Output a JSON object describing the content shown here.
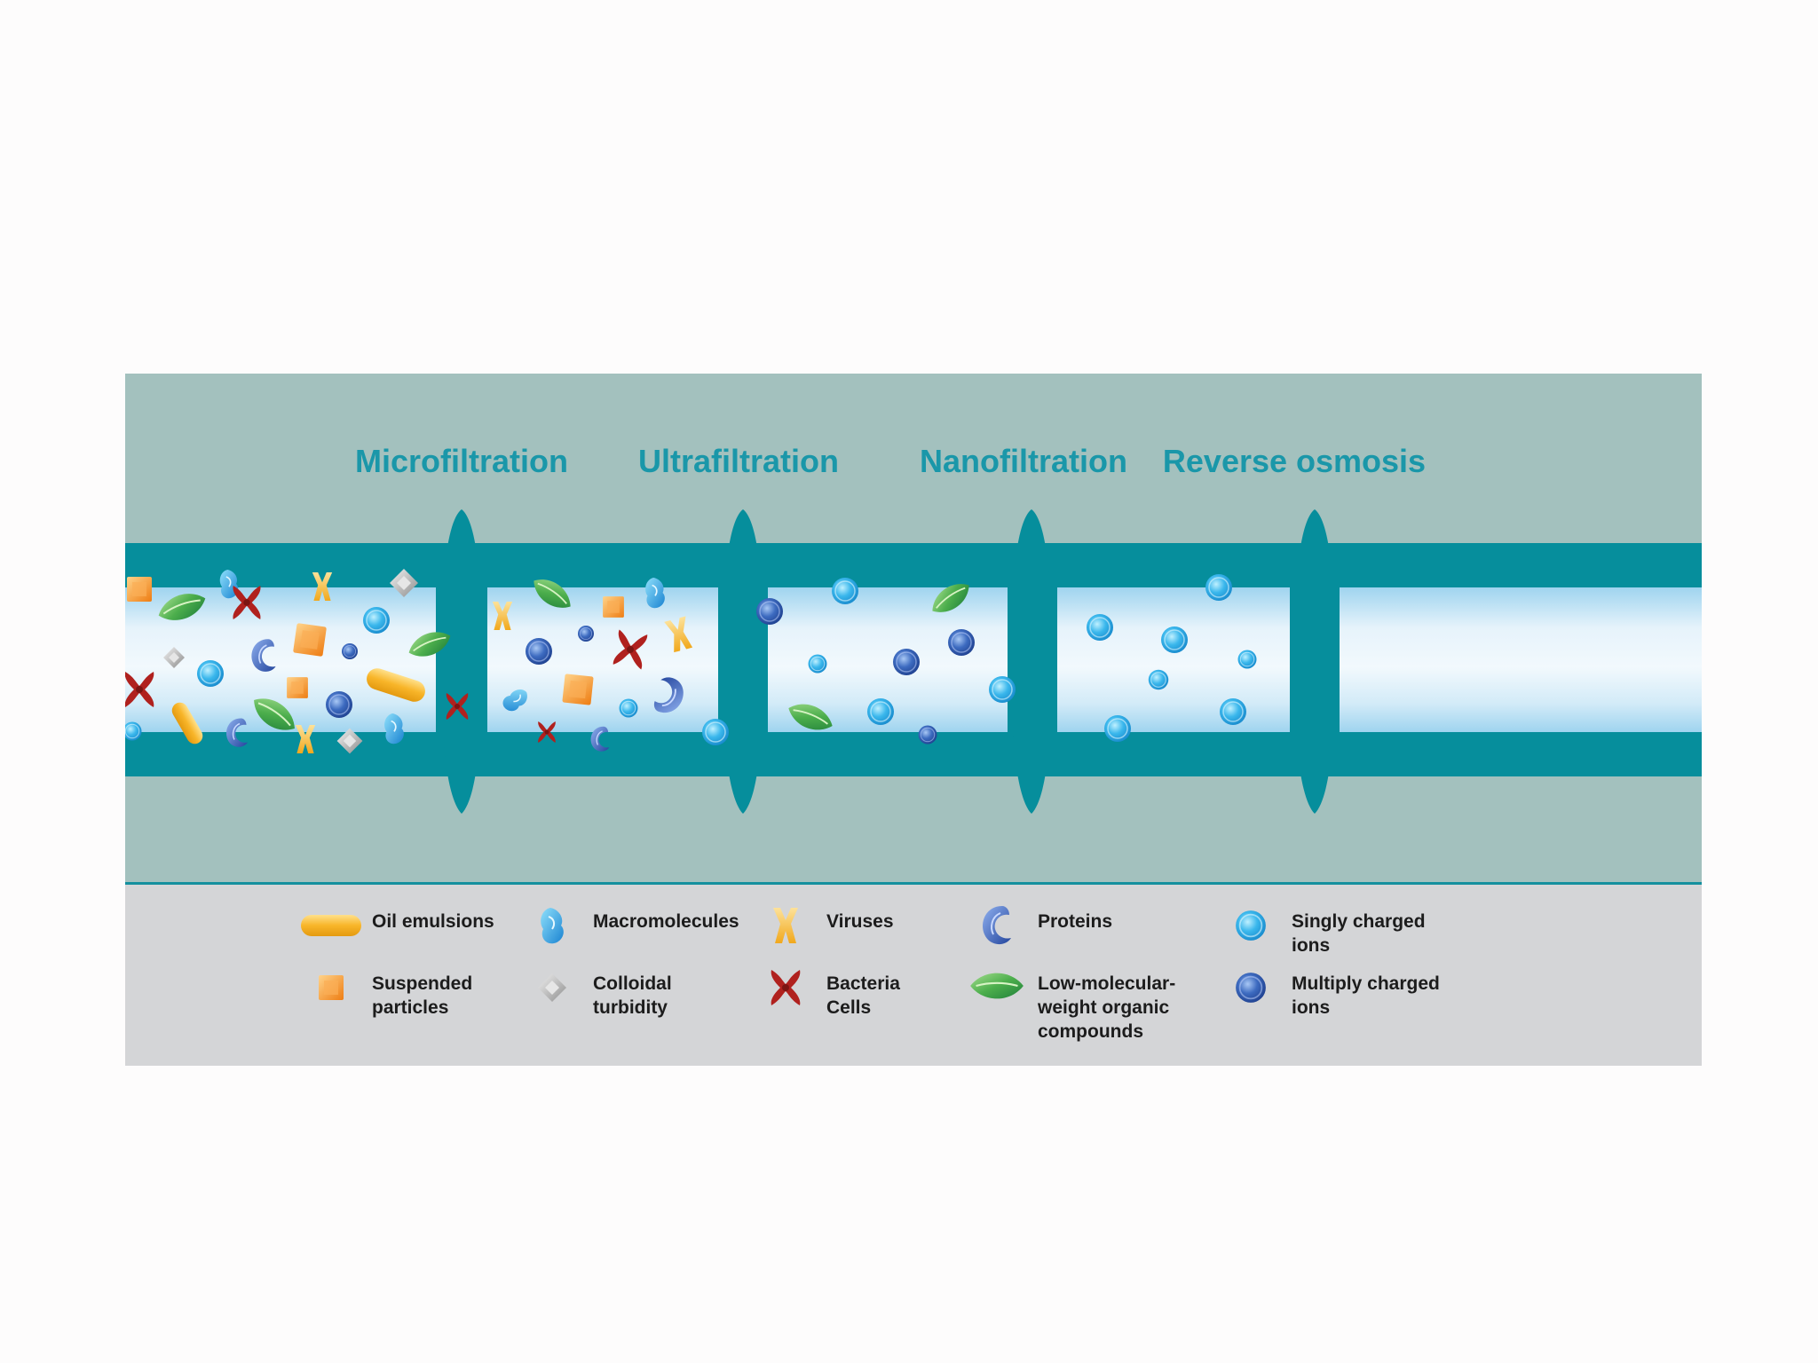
{
  "stages": [
    {
      "label": "Microfiltration"
    },
    {
      "label": "Ultrafiltration"
    },
    {
      "label": "Nanofiltration"
    },
    {
      "label": "Reverse osmosis"
    }
  ],
  "colors": {
    "background": "#a3c1be",
    "pipe_wall": "#068e9c",
    "flow_light": "#eaf5fc",
    "flow_dark": "#9fd4ef",
    "stage_label": "#1a97a9",
    "legend_background": "#d4d5d7",
    "legend_rule": "#14909e"
  },
  "legend": {
    "items": [
      {
        "icon": "oil-emulsion-icon",
        "label": "Oil emulsions"
      },
      {
        "icon": "macromolecule-icon",
        "label": "Macromolecules"
      },
      {
        "icon": "virus-icon",
        "label": "Viruses"
      },
      {
        "icon": "protein-icon",
        "label": "Proteins"
      },
      {
        "icon": "singly-charged-ion-icon",
        "label": "Singly charged\nions"
      },
      {
        "icon": "suspended-particle-icon",
        "label": "Suspended\nparticles"
      },
      {
        "icon": "colloidal-turbidity-icon",
        "label": "Colloidal\nturbidity"
      },
      {
        "icon": "bacteria-cell-icon",
        "label": "Bacteria\nCells"
      },
      {
        "icon": "organic-compound-icon",
        "label": "Low-molecular-\nweight organic\ncompounds"
      },
      {
        "icon": "multiply-charged-ion-icon",
        "label": "Multiply charged\nions"
      }
    ]
  }
}
